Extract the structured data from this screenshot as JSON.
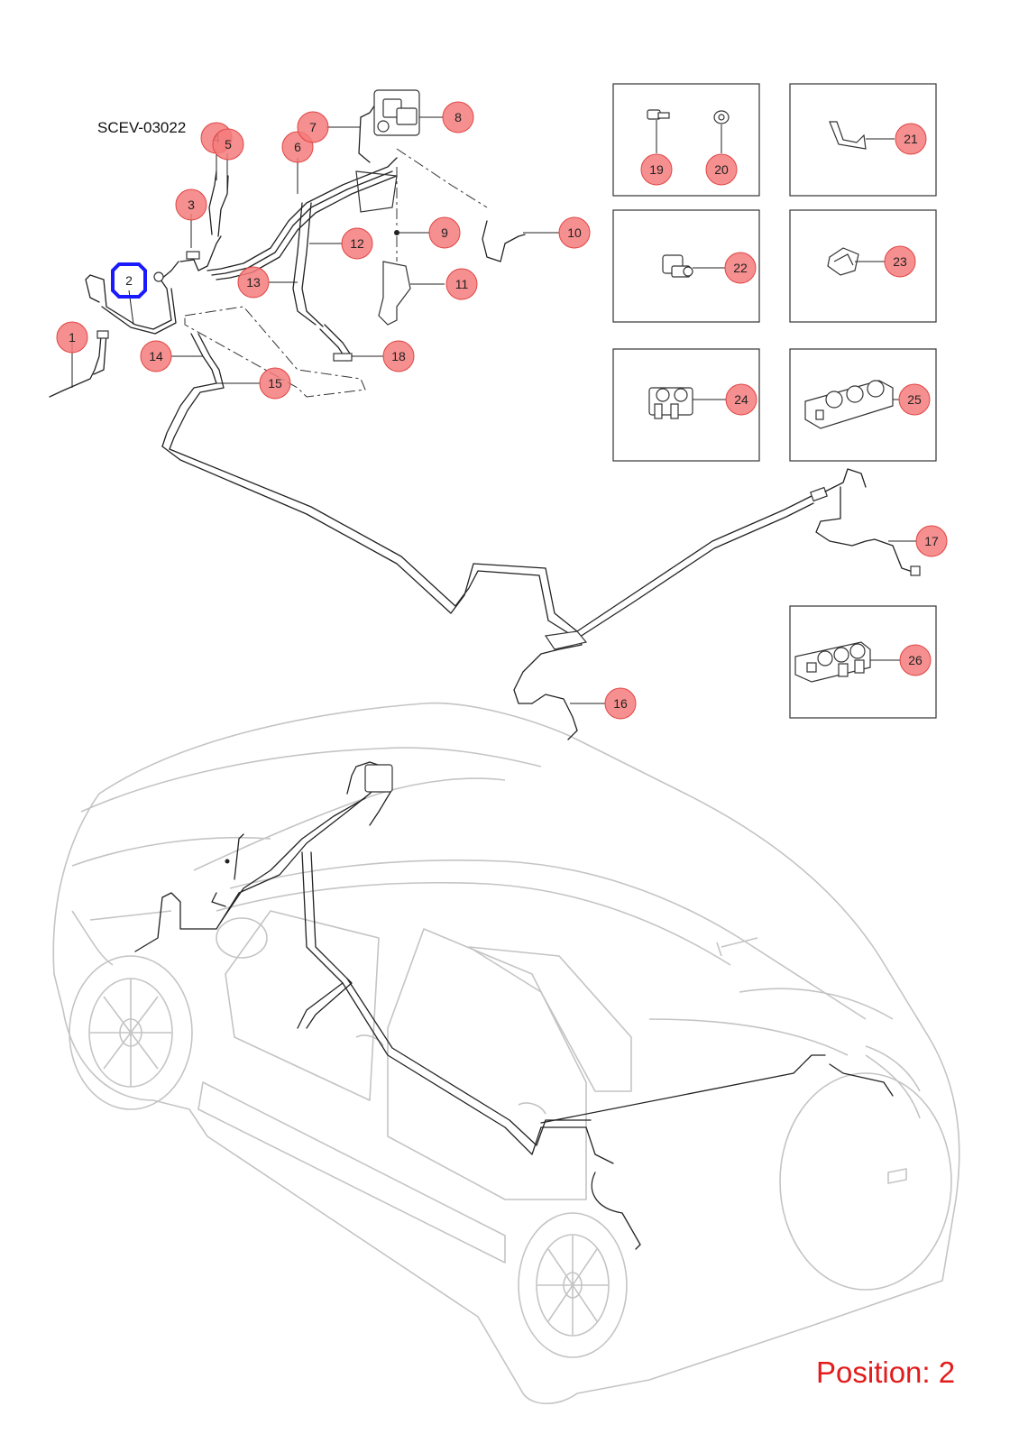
{
  "diagram": {
    "code": "SCEV-03022",
    "position_label": "Position: 2",
    "highlighted_callout": "2",
    "colors": {
      "callout_fill": "#f47b7b",
      "callout_stroke": "#e04545",
      "highlight": "#1a1aff",
      "position_text": "#e31b1b",
      "car_outline": "#c4c4c4"
    }
  },
  "callouts": [
    {
      "id": "1",
      "label": "1"
    },
    {
      "id": "2",
      "label": "2"
    },
    {
      "id": "3",
      "label": "3"
    },
    {
      "id": "4",
      "label": "4"
    },
    {
      "id": "5",
      "label": "5"
    },
    {
      "id": "6",
      "label": "6"
    },
    {
      "id": "7",
      "label": "7"
    },
    {
      "id": "8",
      "label": "8"
    },
    {
      "id": "9",
      "label": "9"
    },
    {
      "id": "10",
      "label": "10"
    },
    {
      "id": "11",
      "label": "11"
    },
    {
      "id": "12",
      "label": "12"
    },
    {
      "id": "13",
      "label": "13"
    },
    {
      "id": "14",
      "label": "14"
    },
    {
      "id": "15",
      "label": "15"
    },
    {
      "id": "16",
      "label": "16"
    },
    {
      "id": "17",
      "label": "17"
    },
    {
      "id": "18",
      "label": "18"
    },
    {
      "id": "19",
      "label": "19"
    },
    {
      "id": "20",
      "label": "20"
    },
    {
      "id": "21",
      "label": "21"
    },
    {
      "id": "22",
      "label": "22"
    },
    {
      "id": "23",
      "label": "23"
    },
    {
      "id": "24",
      "label": "24"
    },
    {
      "id": "25",
      "label": "25"
    },
    {
      "id": "26",
      "label": "26"
    }
  ]
}
